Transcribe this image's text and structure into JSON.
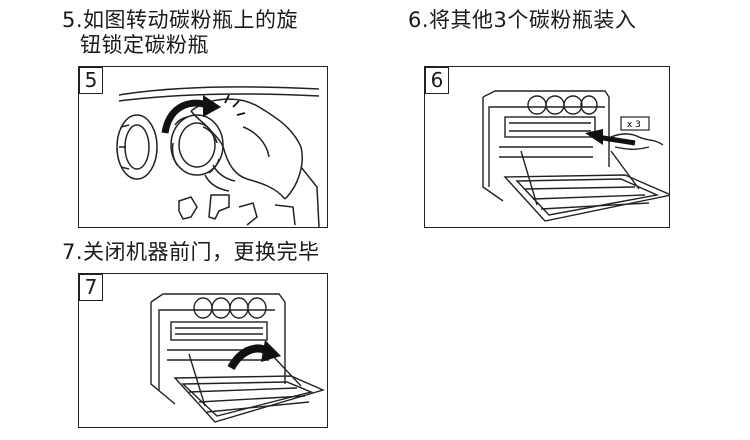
{
  "steps": [
    {
      "number": "5",
      "caption_line1": "5.如图转动碳粉瓶上的旋",
      "caption_line2": "钮锁定碳粉瓶"
    },
    {
      "number": "6",
      "caption_line1": "6.将其他3个碳粉瓶装入",
      "multiplier": "x 3"
    },
    {
      "number": "7",
      "caption_line1": "7.关闭机器前门，更换完毕"
    }
  ]
}
